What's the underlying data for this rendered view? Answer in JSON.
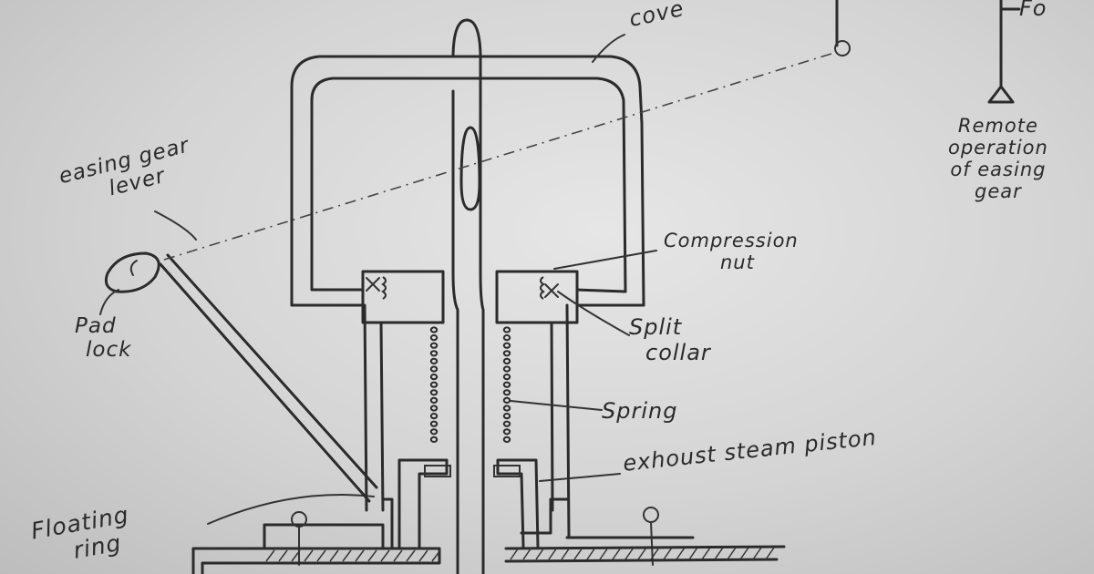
{
  "labels": {
    "cover": "cove",
    "remote_right_top": "Fo",
    "remote_operation": [
      "Remote",
      "operation",
      "of easing",
      "gear"
    ],
    "easing_gear_lever": [
      "easing gear",
      "lever"
    ],
    "pad_lock": [
      "Pad",
      "lock"
    ],
    "compression_nut": [
      "Compression",
      "nut"
    ],
    "split_collar": [
      "Split",
      "collar"
    ],
    "spring": "Spring",
    "exhaust_steam_piston": "exhoust steam piston",
    "floating_ring": [
      "Floating",
      "ring"
    ]
  },
  "colors": {
    "paper": "#d9d9d9",
    "ink": "#2b2b2b"
  }
}
